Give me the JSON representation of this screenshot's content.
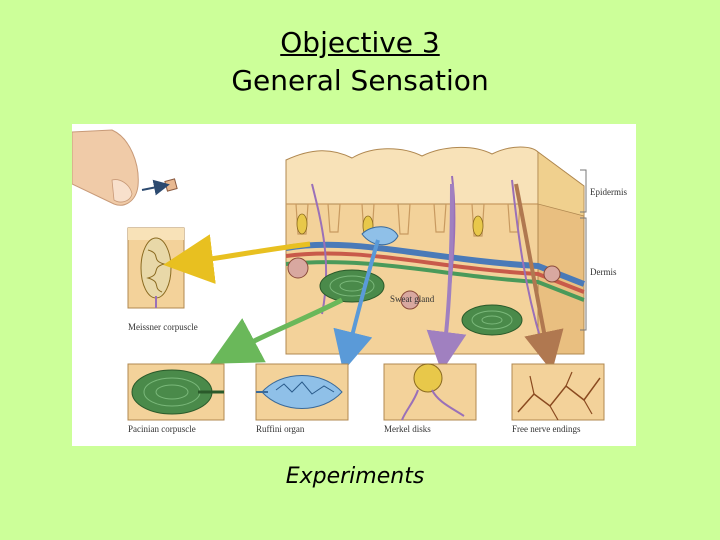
{
  "slide": {
    "title_line1": "Objective 3",
    "title_line2": "General Sensation",
    "footer": "Experiments"
  },
  "figure": {
    "labels": {
      "epidermis": "Epidermis",
      "dermis": "Dermis",
      "sweat_gland": "Sweat gland",
      "meissner": "Meissner corpuscle",
      "pacinian": "Pacinian corpuscle",
      "ruffini": "Ruffini organ",
      "merkel": "Merkel disks",
      "free_nerve": "Free nerve endings"
    }
  },
  "colors": {
    "background": "#ccff99",
    "skin": "#f3d29a",
    "arrow_yellow": "#e8c020",
    "arrow_green": "#6ab85a",
    "arrow_blue": "#5a9ad8",
    "arrow_purple": "#a080c0",
    "arrow_brown": "#b07850"
  }
}
